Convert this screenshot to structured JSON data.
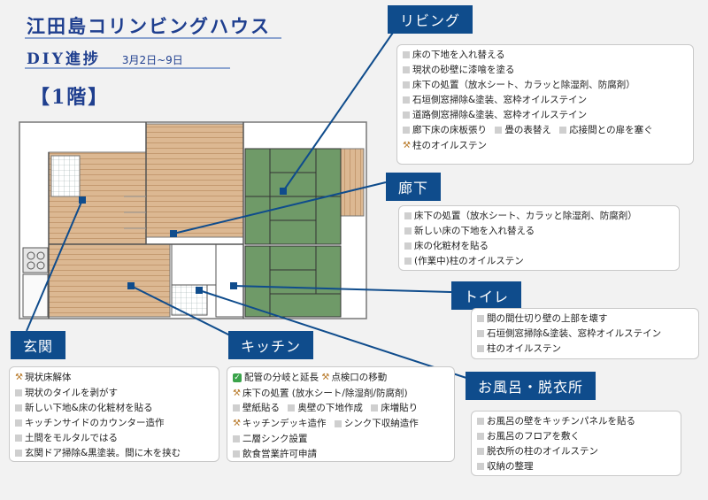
{
  "header": {
    "title": "江田島コリンビングハウス",
    "subtitle": "DIY進捗",
    "date_range": "3月2日~9日",
    "floor": "【1階】"
  },
  "labels": {
    "living": "リビング",
    "hallway": "廊下",
    "toilet": "トイレ",
    "entrance": "玄関",
    "kitchen": "キッチン",
    "bath": "お風呂・脱衣所"
  },
  "living_tasks": [
    "床の下地を入れ替える",
    "現状の砂壁に漆喰を塗る",
    "床下の処置（放水シート、カラッと除湿剤、防腐剤）",
    "石垣側窓掃除&塗装、窓枠オイルステイン",
    "道路側窓掃除&塗装、窓枠オイルステイン"
  ],
  "living_row6": [
    "廊下床の床板張り",
    "畳の表替え",
    "応接間との扉を塞ぐ"
  ],
  "living_row7": "柱のオイルステン",
  "hallway_tasks": [
    "床下の処置（放水シート、カラッと除湿剤、防腐剤）",
    "新しい床の下地を入れ替える",
    "床の化粧材を貼る",
    "(作業中)柱のオイルステン"
  ],
  "toilet_tasks": [
    "間の間仕切り壁の上部を壊す",
    "石垣側窓掃除&塗装、窓枠オイルステイン",
    "柱のオイルステン"
  ],
  "entrance_first": "現状床解体",
  "entrance_tasks": [
    "現状のタイルを剥がす",
    "新しい下地&床の化粧材を貼る",
    "キッチンサイドのカウンター造作",
    "土間をモルタルではる",
    "玄関ドア掃除&黒塗装。間に木を挟む"
  ],
  "kitchen": {
    "r1a": "配管の分岐と延長",
    "r1b": "点検口の移動",
    "r2": "床下の処置 (放水シート/除湿剤/防腐剤)",
    "r3a": "壁紙貼る",
    "r3b": "奥壁の下地作成",
    "r3c": "床増貼り",
    "r4a": "キッチンデッキ造作",
    "r4b": "シンク下収納造作",
    "r5": "二層シンク設置",
    "r6": "飲食営業許可申請"
  },
  "bath_tasks": [
    "お風呂の壁をキッチンパネルを貼る",
    "お風呂のフロアを敷く",
    "脱衣所の柱のオイルステン",
    "収納の整理"
  ],
  "colors": {
    "accent": "#0f4c8c",
    "title": "#1f3f8f",
    "tatami": "#6f9a68",
    "wood": "#d9b48c",
    "done": "#3aa34a"
  }
}
